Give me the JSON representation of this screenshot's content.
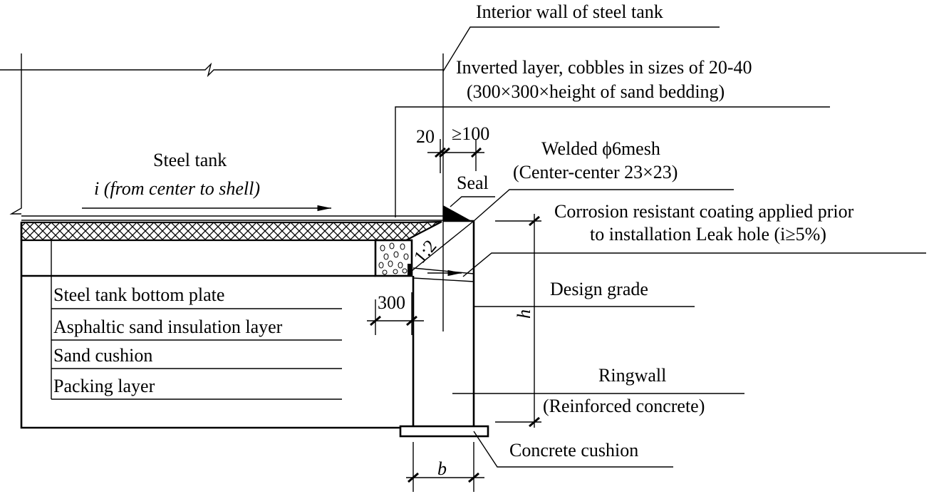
{
  "labels": {
    "interior_wall": "Interior wall of steel tank",
    "inverted_layer_1": "Inverted layer, cobbles in sizes of 20-40",
    "inverted_layer_2": "(300×300×height of sand bedding)",
    "dim_20": "20",
    "dim_100": "≥100",
    "welded_mesh_1": "Welded ϕ6mesh",
    "welded_mesh_2": "(Center-center 23×23)",
    "seal": "Seal",
    "steel_tank": "Steel tank",
    "slope": "i (from center to shell)",
    "corrosion_1": "Corrosion resistant coating applied prior",
    "corrosion_2": "to installation Leak hole (i≥5%)",
    "ratio": "1:2",
    "design_grade": "Design grade",
    "dim_300": "300",
    "h": "h",
    "ringwall": "Ringwall",
    "ringwall_material": "(Reinforced concrete)",
    "concrete_cushion": "Concrete cushion",
    "b": "b"
  },
  "layers": [
    "Steel tank bottom plate",
    "Asphaltic sand insulation layer",
    "Sand cushion",
    "Packing layer"
  ]
}
